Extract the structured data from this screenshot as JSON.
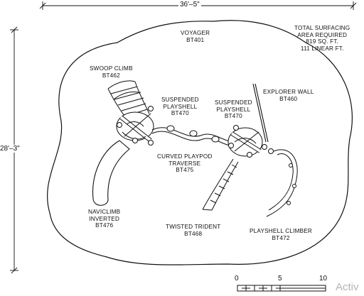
{
  "dimensions": {
    "width_label": "36'–5\"",
    "height_label": "28'–3\""
  },
  "notes": {
    "surfacing": [
      "TOTAL SURFACING",
      "AREA REQUIRED",
      "819 SQ. FT.",
      "111 LINEAR FT."
    ]
  },
  "components": {
    "voyager": [
      "VOYAGER",
      "BT401"
    ],
    "swoop_climb": [
      "SWOOP CLIMB",
      "BT462"
    ],
    "playshell_left": [
      "SUSPENDED",
      "PLAYSHELL",
      "BT470"
    ],
    "playshell_right": [
      "SUSPENDED",
      "PLAYSHELL",
      "BT470"
    ],
    "explorer_wall": [
      "EXPLORER WALL",
      "BT460"
    ],
    "curved_playpod": [
      "CURVED PLAYPOD",
      "TRAVERSE",
      "BT475"
    ],
    "naviclimb": [
      "NAVICLIMB",
      "INVERTED",
      "BT476"
    ],
    "twisted_trident": [
      "TWISTED TRIDENT",
      "BT468"
    ],
    "playshell_climber": [
      "PLAYSHELL CLIMBER",
      "BT472"
    ]
  },
  "scale": {
    "ticks": [
      "0",
      "5",
      "10"
    ]
  },
  "watermark": "Activ",
  "colors": {
    "ink": "#111111",
    "watermark": "#b4b4b4"
  }
}
